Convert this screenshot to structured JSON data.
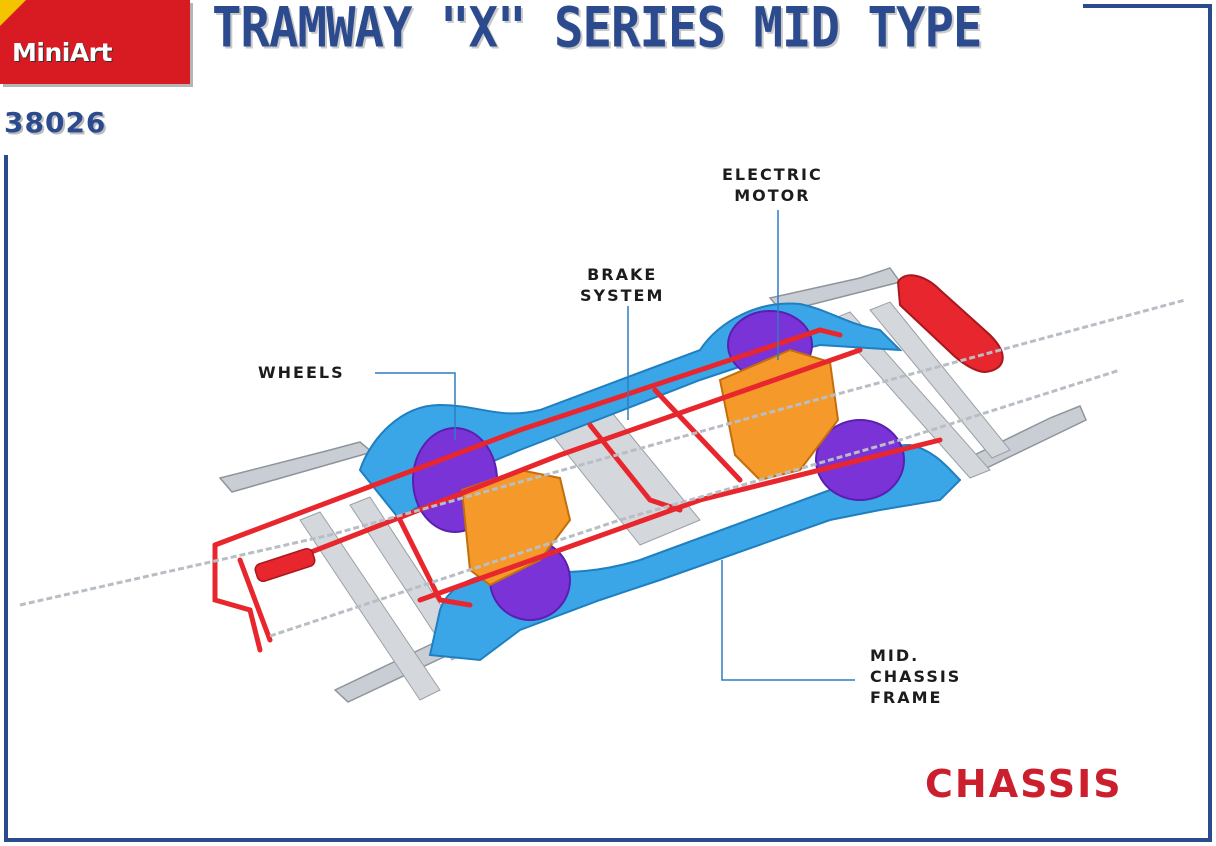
{
  "brand": {
    "logo_text": "MiniArt"
  },
  "header": {
    "title": "TRAMWAY \"X\" SERIES MID TYPE",
    "kit_number": "38026"
  },
  "callouts": {
    "electric_motor": "ELECTRIC\nMOTOR",
    "brake_system": "BRAKE\nSYSTEM",
    "wheels": "WHEELS",
    "mid_chassis_frame": "MID.\nCHASSIS\nFRAME"
  },
  "section_title": "CHASSIS",
  "colors": {
    "frame_blue": "#2c4a8e",
    "chassis_blue": "#3aa6e8",
    "brake_red": "#e8262d",
    "motor_orange": "#f59a2a",
    "wheel_purple": "#7a33d6",
    "part_grey": "#c9ced4",
    "logo_red": "#d81b22",
    "logo_yellow": "#f5c400"
  }
}
